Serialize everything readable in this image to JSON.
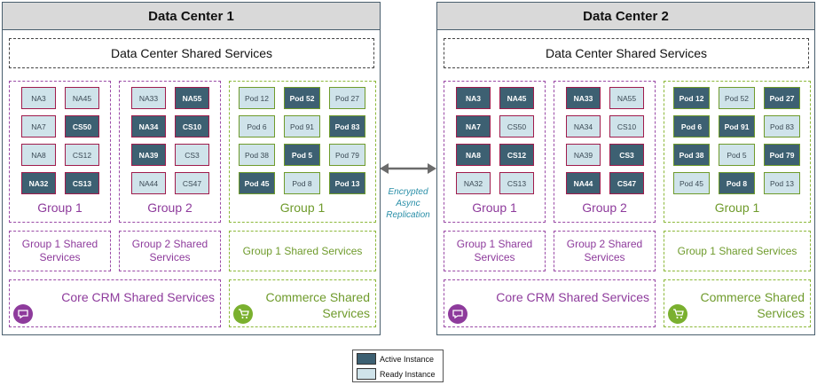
{
  "legend": {
    "active_label": "Active Instance",
    "ready_label": "Ready Instance",
    "active_color": "#3d6072",
    "ready_color": "#cfe3ea"
  },
  "replication": {
    "line1": "Encrypted",
    "line2": "Async",
    "line3": "Replication"
  },
  "datacenters": [
    {
      "title": "Data Center 1",
      "shared_services": "Data Center Shared Services",
      "groups": [
        {
          "label": "Group 1",
          "instances": [
            {
              "name": "NA3",
              "state": "ready"
            },
            {
              "name": "NA45",
              "state": "ready"
            },
            {
              "name": "NA7",
              "state": "ready"
            },
            {
              "name": "CS50",
              "state": "active"
            },
            {
              "name": "NA8",
              "state": "ready"
            },
            {
              "name": "CS12",
              "state": "ready"
            },
            {
              "name": "NA32",
              "state": "active"
            },
            {
              "name": "CS13",
              "state": "active"
            }
          ]
        },
        {
          "label": "Group 2",
          "instances": [
            {
              "name": "NA33",
              "state": "ready"
            },
            {
              "name": "NA55",
              "state": "active"
            },
            {
              "name": "NA34",
              "state": "active"
            },
            {
              "name": "CS10",
              "state": "active"
            },
            {
              "name": "NA39",
              "state": "active"
            },
            {
              "name": "CS3",
              "state": "ready"
            },
            {
              "name": "NA44",
              "state": "ready"
            },
            {
              "name": "CS47",
              "state": "ready"
            }
          ]
        }
      ],
      "pod_group": {
        "label": "Group 1",
        "pods": [
          {
            "name": "Pod 12",
            "state": "ready"
          },
          {
            "name": "Pod 52",
            "state": "active"
          },
          {
            "name": "Pod 27",
            "state": "ready"
          },
          {
            "name": "Pod 6",
            "state": "ready"
          },
          {
            "name": "Pod 91",
            "state": "ready"
          },
          {
            "name": "Pod 83",
            "state": "active"
          },
          {
            "name": "Pod 38",
            "state": "ready"
          },
          {
            "name": "Pod 5",
            "state": "active"
          },
          {
            "name": "Pod 79",
            "state": "ready"
          },
          {
            "name": "Pod 45",
            "state": "active"
          },
          {
            "name": "Pod 8",
            "state": "ready"
          },
          {
            "name": "Pod 13",
            "state": "active"
          }
        ]
      },
      "group_shared": [
        {
          "line1": "Group 1 Shared",
          "line2": "Services"
        },
        {
          "line1": "Group 2 Shared",
          "line2": "Services"
        }
      ],
      "pod_group_shared": "Group 1 Shared Services",
      "core_crm": "Core CRM Shared Services",
      "commerce": {
        "line1": "Commerce Shared",
        "line2": "Services"
      }
    },
    {
      "title": "Data Center 2",
      "shared_services": "Data Center Shared Services",
      "groups": [
        {
          "label": "Group 1",
          "instances": [
            {
              "name": "NA3",
              "state": "active"
            },
            {
              "name": "NA45",
              "state": "active"
            },
            {
              "name": "NA7",
              "state": "active"
            },
            {
              "name": "CS50",
              "state": "ready"
            },
            {
              "name": "NA8",
              "state": "active"
            },
            {
              "name": "CS12",
              "state": "active"
            },
            {
              "name": "NA32",
              "state": "ready"
            },
            {
              "name": "CS13",
              "state": "ready"
            }
          ]
        },
        {
          "label": "Group 2",
          "instances": [
            {
              "name": "NA33",
              "state": "active"
            },
            {
              "name": "NA55",
              "state": "ready"
            },
            {
              "name": "NA34",
              "state": "ready"
            },
            {
              "name": "CS10",
              "state": "ready"
            },
            {
              "name": "NA39",
              "state": "ready"
            },
            {
              "name": "CS3",
              "state": "active"
            },
            {
              "name": "NA44",
              "state": "active"
            },
            {
              "name": "CS47",
              "state": "active"
            }
          ]
        }
      ],
      "pod_group": {
        "label": "Group 1",
        "pods": [
          {
            "name": "Pod 12",
            "state": "active"
          },
          {
            "name": "Pod 52",
            "state": "ready"
          },
          {
            "name": "Pod 27",
            "state": "active"
          },
          {
            "name": "Pod 6",
            "state": "active"
          },
          {
            "name": "Pod 91",
            "state": "active"
          },
          {
            "name": "Pod 83",
            "state": "ready"
          },
          {
            "name": "Pod 38",
            "state": "active"
          },
          {
            "name": "Pod 5",
            "state": "ready"
          },
          {
            "name": "Pod 79",
            "state": "active"
          },
          {
            "name": "Pod 45",
            "state": "ready"
          },
          {
            "name": "Pod 8",
            "state": "active"
          },
          {
            "name": "Pod 13",
            "state": "ready"
          }
        ]
      },
      "group_shared": [
        {
          "line1": "Group 1 Shared",
          "line2": "Services"
        },
        {
          "line1": "Group 2 Shared",
          "line2": "Services"
        }
      ],
      "pod_group_shared": "Group 1 Shared Services",
      "core_crm": "Core CRM Shared Services",
      "commerce": {
        "line1": "Commerce Shared",
        "line2": "Services"
      }
    }
  ]
}
